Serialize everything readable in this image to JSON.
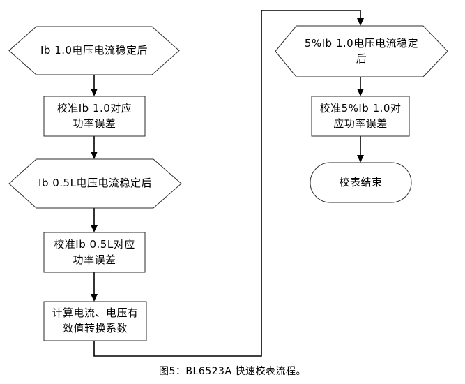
{
  "diagram": {
    "caption": "图5：BL6523A 快速校表流程。",
    "colors": {
      "shape_stroke": "#2b2b2b",
      "connector": "#000000",
      "fill": "#ffffff",
      "text": "#000000"
    },
    "nodes": [
      {
        "id": "hex-ib10-stable",
        "type": "hexagon",
        "label": "Ib 1.0电压电流稳定后"
      },
      {
        "id": "rect-cal-ib10",
        "type": "process",
        "label": "校准Ib 1.0对应\n功率误差"
      },
      {
        "id": "hex-ib05l-stable",
        "type": "hexagon",
        "label": "Ib 0.5L电压电流稳定后"
      },
      {
        "id": "rect-cal-ib05l",
        "type": "process",
        "label": "校准Ib 0.5L对应\n功率误差"
      },
      {
        "id": "rect-calc-rms",
        "type": "process",
        "label": "计算电流、电压有\n效值转换系数"
      },
      {
        "id": "hex-5ib10-stable",
        "type": "hexagon",
        "label": "5%Ib 1.0电压电流稳定\n后"
      },
      {
        "id": "rect-cal-5ib10",
        "type": "process",
        "label": "校准5%Ib 1.0对\n应功率误差"
      },
      {
        "id": "end-terminator",
        "type": "terminator",
        "label": "校表结束"
      }
    ],
    "edges": [
      "hex-ib10-stable -> rect-cal-ib10",
      "rect-cal-ib10 -> hex-ib05l-stable",
      "hex-ib05l-stable -> rect-cal-ib05l",
      "rect-cal-ib05l -> rect-calc-rms",
      "rect-calc-rms -> hex-5ib10-stable",
      "hex-5ib10-stable -> rect-cal-5ib10",
      "rect-cal-5ib10 -> end-terminator"
    ]
  }
}
